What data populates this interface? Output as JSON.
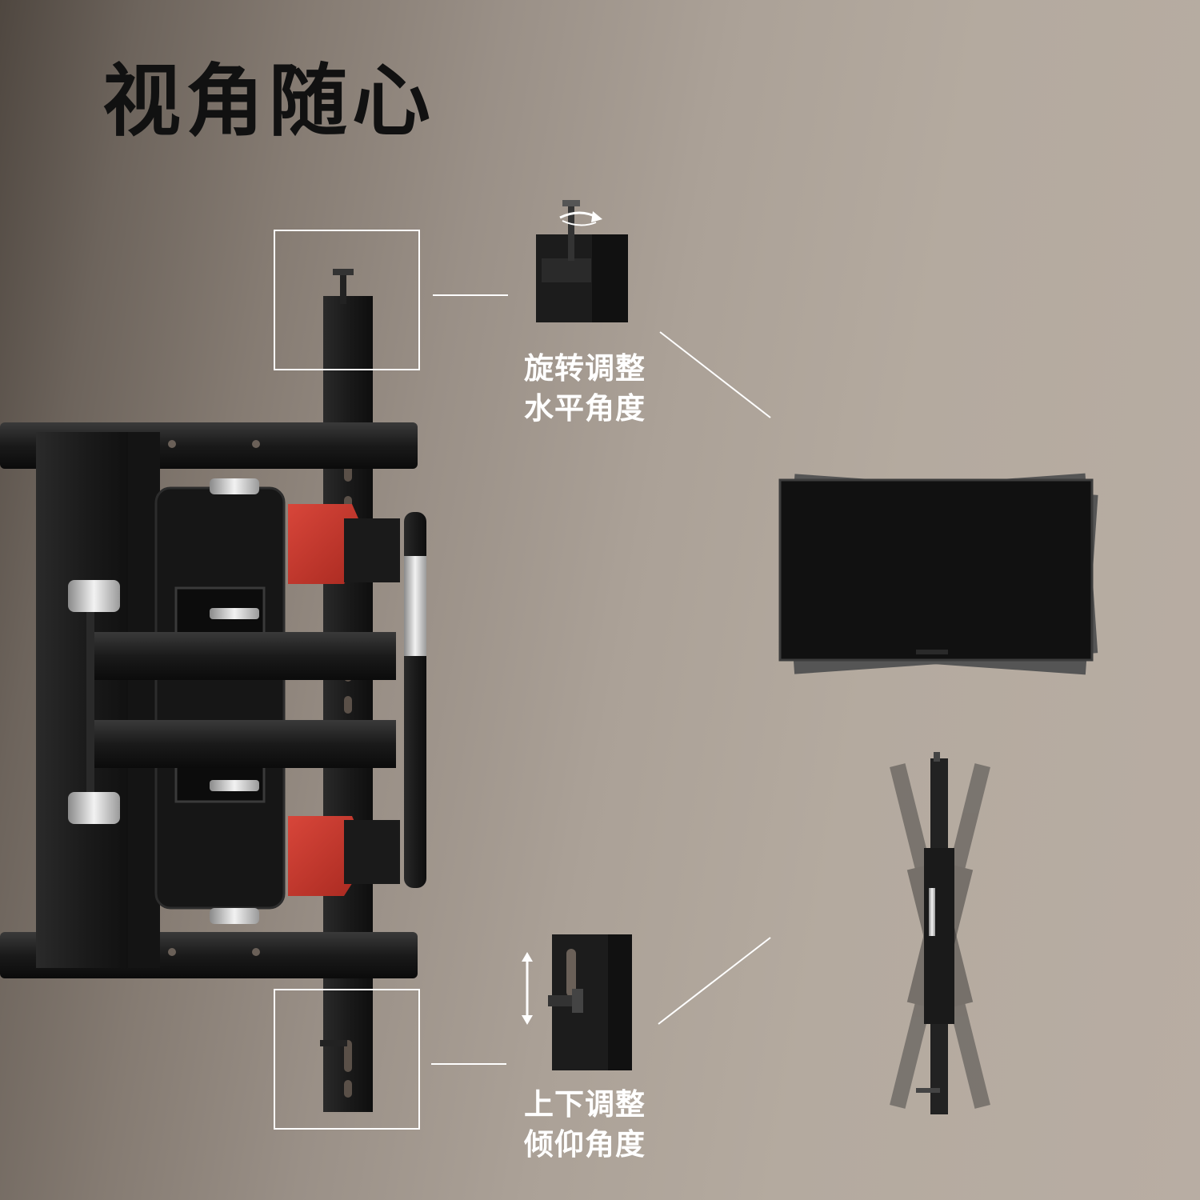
{
  "headline": "视角随心",
  "callouts": [
    {
      "line1": "旋转调整",
      "line2": "水平角度",
      "icon": "rotate-arrow-icon"
    },
    {
      "line1": "上下调整",
      "line2": "倾仰角度",
      "icon": "vertical-arrow-icon"
    }
  ],
  "colors": {
    "bracket": "#1b1b1b",
    "accent_red": "#c8372c",
    "frame": "#ffffff"
  }
}
